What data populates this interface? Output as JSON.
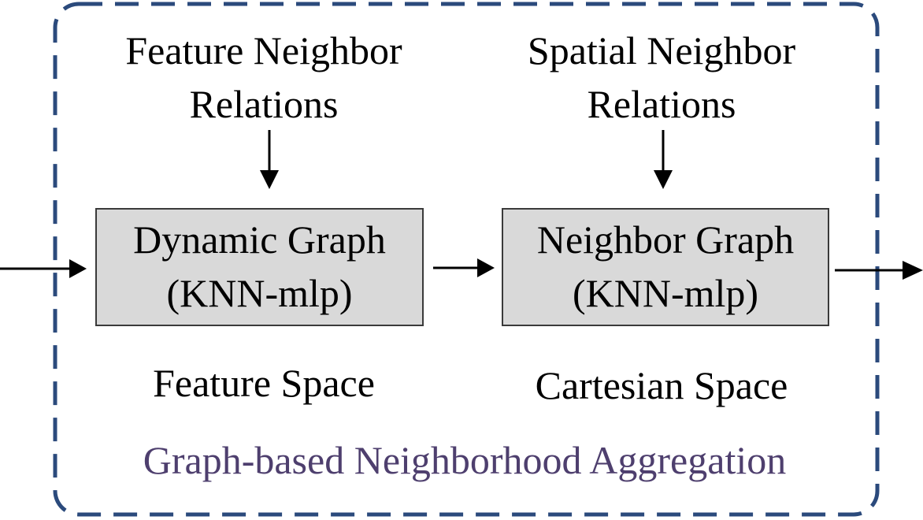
{
  "diagram": {
    "border_color": "#2b4a7c",
    "caption_color": "#4e3f6e",
    "box_fill": "#d9d9d9",
    "top_left_label": {
      "line1": "Feature Neighbor",
      "line2": "Relations"
    },
    "top_right_label": {
      "line1": "Spatial Neighbor",
      "line2": "Relations"
    },
    "left_box": {
      "line1": "Dynamic Graph",
      "line2": "(KNN-mlp)"
    },
    "right_box": {
      "line1": "Neighbor Graph",
      "line2": "(KNN-mlp)"
    },
    "left_space_label": "Feature Space",
    "right_space_label": "Cartesian Space",
    "caption": "Graph-based Neighborhood Aggregation"
  }
}
